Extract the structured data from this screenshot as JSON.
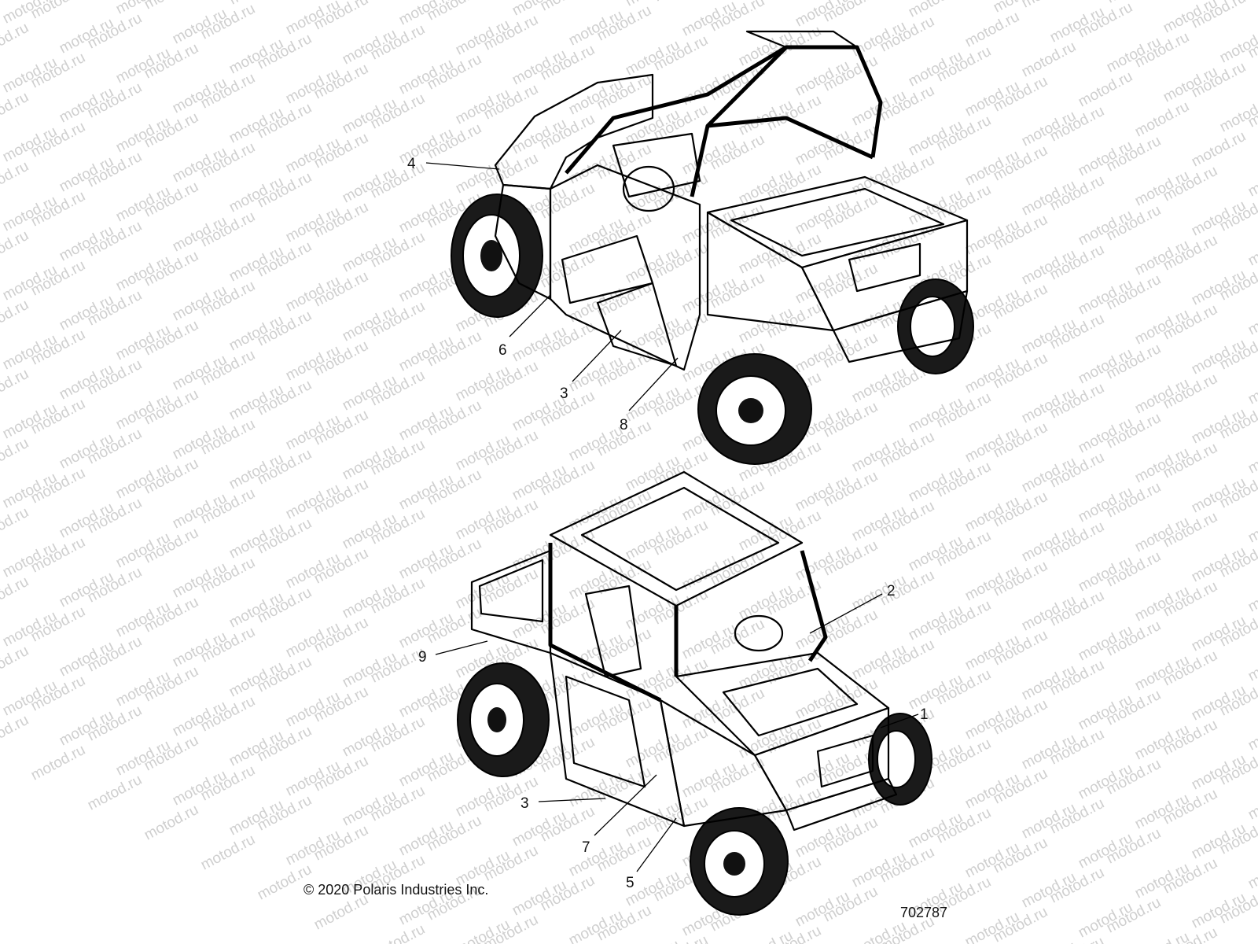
{
  "watermark": {
    "text": "motod.ru"
  },
  "vehicles": [
    {
      "id": "rear-view",
      "callouts": [
        {
          "label": "4",
          "part": "callout-4"
        },
        {
          "label": "6",
          "part": "callout-6"
        },
        {
          "label": "3",
          "part": "callout-3-rear"
        },
        {
          "label": "8",
          "part": "callout-8"
        }
      ]
    },
    {
      "id": "front-view",
      "callouts": [
        {
          "label": "2",
          "part": "callout-2"
        },
        {
          "label": "9",
          "part": "callout-9"
        },
        {
          "label": "1",
          "part": "callout-1"
        },
        {
          "label": "3",
          "part": "callout-3-front"
        },
        {
          "label": "7",
          "part": "callout-7"
        },
        {
          "label": "5",
          "part": "callout-5"
        }
      ]
    }
  ],
  "footer": {
    "copyright": "© 2020 Polaris Industries Inc.",
    "diagram_number": "702787"
  }
}
